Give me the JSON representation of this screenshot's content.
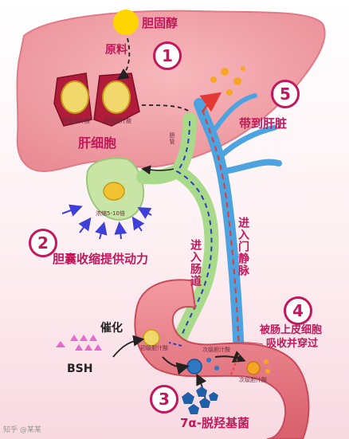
{
  "step_numbers": [
    "1",
    "2",
    "3",
    "4",
    "5"
  ],
  "labels": {
    "cholesterol": "胆固醇",
    "raw_material": "原料",
    "hepatocyte": "肝细胞",
    "primary_bile_acid_a": "初级胆汁酸",
    "primary_bile_acid_b": "初级胆汁酸",
    "bile_duct": "胆管",
    "gallbladder_fold": "浓缩5-10倍",
    "gallbladder_contraction": "胆囊收缩提供动力",
    "into_intestine": "进入肠道",
    "portal_vein": "进入门静脉",
    "to_liver": "带到肝脏",
    "catalysis": "催化",
    "bsh": "BSH",
    "intestine_primary": "初级胆汁酸",
    "intestine_secondary": "次级胆汁酸",
    "intestine_secondary_b": "次级胆汁酸",
    "absorbed": "被肠上皮细胞\n吸收并穿过",
    "absorbed_line1": "被肠上皮细胞",
    "absorbed_line2": "吸收并穿过",
    "enzyme": "7α-脱羟基菌",
    "watermark": "知乎 @某某"
  },
  "colors": {
    "liver": "#f2a3a6",
    "liver_dark": "#d9475f",
    "gallbladder": "#c9e5a6",
    "bile_duct": "#a9d98a",
    "portal_vein": "#4da3e0",
    "intestine": "#ef7f86",
    "accent": "#c2185b",
    "bile_acid": "#f1c232",
    "bsh": "#e66bd1",
    "bacteria": "#1f5fa8",
    "arrow_blue": "#3f3fd9"
  }
}
